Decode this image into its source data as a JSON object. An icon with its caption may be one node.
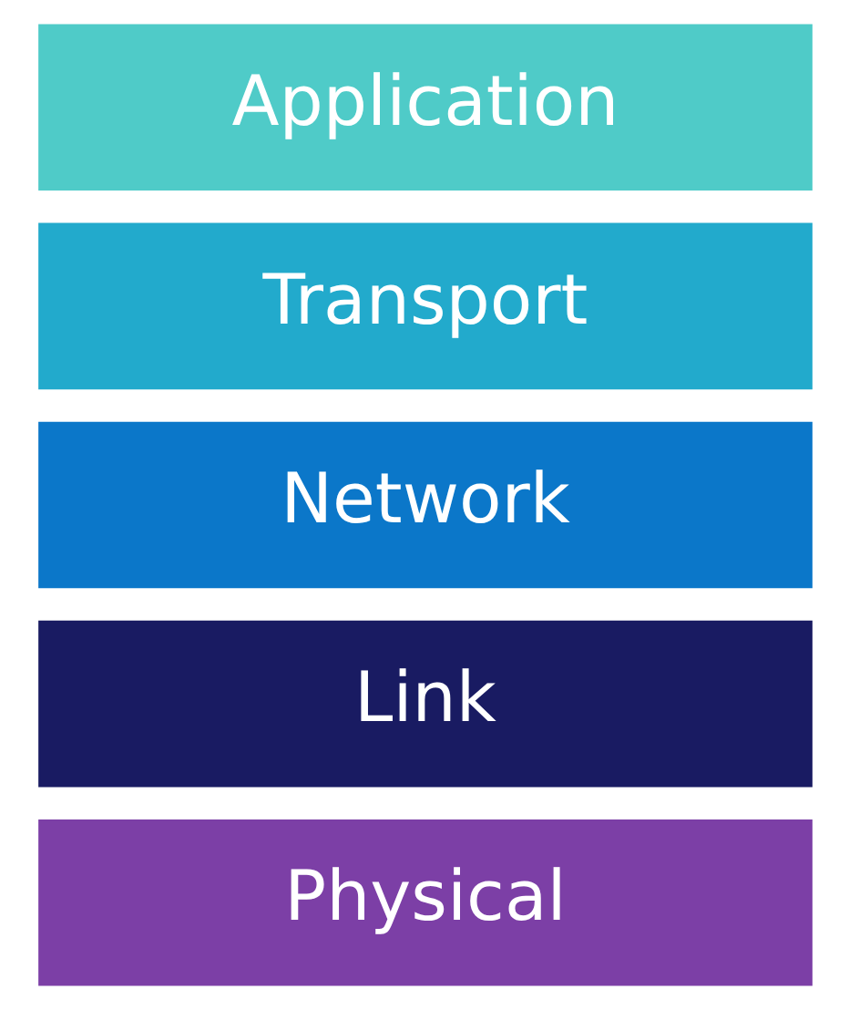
{
  "diagram": {
    "nodes": [
      {
        "text": [
          "Application"
        ]
      },
      {
        "text": [
          "Transport"
        ]
      },
      {
        "text": [
          "Network"
        ]
      },
      {
        "text": [
          "Link"
        ]
      },
      {
        "text": [
          "Physical"
        ]
      }
    ]
  }
}
